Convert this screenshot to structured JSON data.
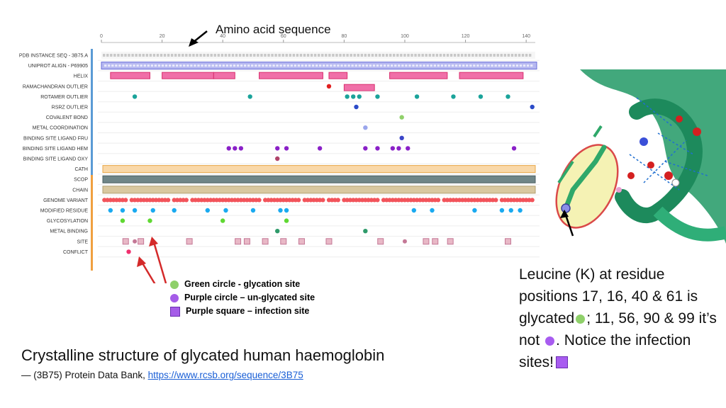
{
  "viewer": {
    "axis_ticks": [
      "0",
      "20",
      "40",
      "60",
      "80",
      "100",
      "120",
      "140"
    ],
    "rows": [
      {
        "label": "PDB INSTANCE SEQ - 3B75.A",
        "type": "seq"
      },
      {
        "label": "UNIPROT ALIGN -   P69905",
        "type": "seqbar"
      },
      {
        "label": "HELIX",
        "type": "blocks",
        "color": "#f06fa8",
        "stroke": "#d8306e",
        "blocks": [
          [
            3,
            16
          ],
          [
            20,
            37
          ],
          [
            37,
            44
          ],
          [
            52,
            73
          ],
          [
            75,
            81
          ],
          [
            80,
            90
          ],
          [
            95,
            114
          ],
          [
            118,
            139
          ]
        ]
      },
      {
        "label": "RAMACHANDRAN OUTLIER",
        "type": "dots",
        "color": "#e02020",
        "pos": [
          75
        ]
      },
      {
        "label": "ROTAMER OUTLIER",
        "type": "dots",
        "color": "#1aa39a",
        "pos": [
          11,
          49,
          81,
          83,
          85,
          91,
          104,
          116,
          125,
          134
        ]
      },
      {
        "label": "RSRZ OUTLIER",
        "type": "dots",
        "color": "#2b4bc8",
        "pos": [
          84,
          142
        ]
      },
      {
        "label": "COVALENT BOND",
        "type": "dots",
        "color": "#8fd06a",
        "pos": [
          99
        ]
      },
      {
        "label": "METAL COORDINATION",
        "type": "dots",
        "color": "#9aa6ec",
        "pos": [
          87
        ]
      },
      {
        "label": "BINDING SITE LIGAND FRU",
        "type": "dots",
        "color": "#3a45c8",
        "pos": [
          99
        ]
      },
      {
        "label": "BINDING SITE LIGAND HEM",
        "type": "dots",
        "color": "#8a20c8",
        "pos": [
          42,
          44,
          46,
          58,
          61,
          72,
          87,
          91,
          96,
          98,
          101,
          136
        ]
      },
      {
        "label": "BINDING SITE LIGAND OXY",
        "type": "dots",
        "color": "#b0446a",
        "pos": [
          58
        ]
      },
      {
        "label": "CATH",
        "type": "span",
        "color": "#f9d8a8",
        "stroke": "#e8a848"
      },
      {
        "label": "SCOP",
        "type": "span",
        "color": "#708688",
        "stroke": "#4b5f62"
      },
      {
        "label": "CHAIN",
        "type": "span",
        "color": "#d9c8a0",
        "stroke": "#b2a070"
      },
      {
        "label": "GENOME VARIANT",
        "type": "dense",
        "color": "#f2545b"
      },
      {
        "label": "MODIFIED RESIDUE",
        "type": "dots",
        "color": "#1aaaf0",
        "pos": [
          3,
          7,
          11,
          17,
          24,
          35,
          41,
          50,
          59,
          61,
          103,
          109,
          123,
          132,
          135,
          138
        ]
      },
      {
        "label": "GLYCOSYLATION",
        "type": "dots",
        "color": "#5fd832",
        "pos": [
          7,
          16,
          40,
          61
        ]
      },
      {
        "label": "METAL BINDING",
        "type": "dots",
        "color": "#2e9a6a",
        "pos": [
          58,
          87
        ]
      },
      {
        "label": "SITE",
        "type": "sites",
        "color": "#e8b8c6",
        "stroke": "#c47896",
        "squares": [
          8,
          13,
          29,
          45,
          48,
          54,
          60,
          66,
          75,
          92,
          107,
          110,
          115,
          134
        ],
        "circles": [
          11,
          100
        ]
      },
      {
        "label": "CONFLICT",
        "type": "dots",
        "color": "#f0306e",
        "pos": [
          9
        ]
      }
    ]
  },
  "annotation": {
    "amino_acid_sequence": "Amino acid sequence"
  },
  "legend": [
    {
      "label": "Green circle - glycation site",
      "color": "#8fd06a",
      "shape": "circle"
    },
    {
      "label": "Purple circle – un-glycated site",
      "color": "#a55ce8",
      "shape": "circle"
    },
    {
      "label": "Purple square – infection site",
      "color": "#a55ce8",
      "shape": "square"
    }
  ],
  "title": "Crystalline structure of glycated human haemoglobin",
  "subtitle": {
    "prefix": "— (3B75) Protein Data Bank, ",
    "link": "https://www.rcsb.org/sequence/3B75"
  },
  "note": {
    "part1": "Leucine (K) at residue positions 17, 16, 40 & 61 is glycated",
    "part2": "; 11, 56, 90 & 99 it’s not",
    "part3": ". Notice the infection sites!",
    "green": "#8fd06a",
    "purple": "#a85cf0"
  },
  "colors": {
    "accent_red": "#d42a2a",
    "axis_bar": "#5b9bd5",
    "lower_bar": "#f0a040"
  }
}
